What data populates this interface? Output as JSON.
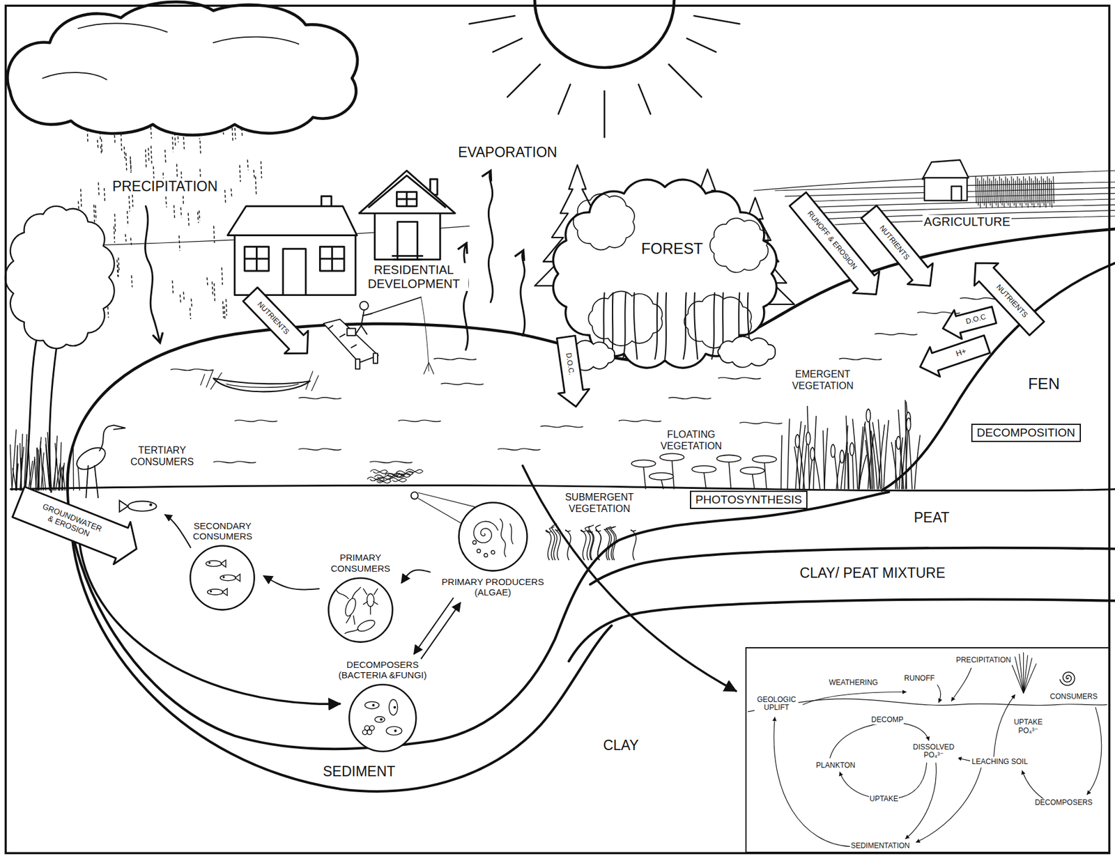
{
  "diagram": {
    "nodes": [
      {
        "text": [
          "DECOMPOSITION"
        ]
      },
      {
        "text": [
          "PHOTOSYNTHESIS"
        ]
      },
      {
        "text": [
          "SECONDARY CONSUMERS"
        ]
      },
      {
        "text": [
          "PRIMARY CONSUMERS"
        ]
      },
      {
        "text": [
          "PRIMARY PRODUCERS (ALGAE)"
        ]
      },
      {
        "text": [
          "DECOMPOSERS (BACTERIA &FUNGI)"
        ]
      },
      {
        "text": [
          "PRECIPITATION",
          "RUNOFF",
          "WEATHERING",
          "CONSUMERS",
          "GEOLOGIC UPLIFT",
          "DECOMP",
          "UPTAKE PO₄³⁻",
          "DISSOLVED PO₄³⁻",
          "LEACHING SOIL",
          "PLANKTON",
          "UPTAKE",
          "DECOMPOSERS",
          "SEDIMENTATION"
        ]
      }
    ],
    "edges": [
      {
        "from": 4,
        "to": 3,
        "arrow": "to"
      },
      {
        "from": 3,
        "to": 2,
        "arrow": "to"
      },
      {
        "from": 4,
        "to": 5,
        "arrow": "to"
      },
      {
        "from": 5,
        "to": 4,
        "arrow": "to"
      }
    ],
    "labels": [
      "PRECIPITATION",
      "EVAPORATION",
      "FOREST",
      "AGRICULTURE",
      "RUNOFF & EROSION",
      "NUTRIENTS",
      "RESIDENTIAL DEVELOPMENT",
      "NUTRIENTS",
      "NUTRIENTS",
      "D.O.C",
      "D.O.C.",
      "H+",
      "EMERGENT VEGETATION",
      "FEN",
      "FLOATING VEGETATION",
      "TERTIARY CONSUMERS",
      "SUBMERGENT VEGETATION",
      "GROUNDWATER & EROSION",
      "PEAT",
      "CLAY/ PEAT MIXTURE",
      "CLAY",
      "SEDIMENT"
    ]
  }
}
